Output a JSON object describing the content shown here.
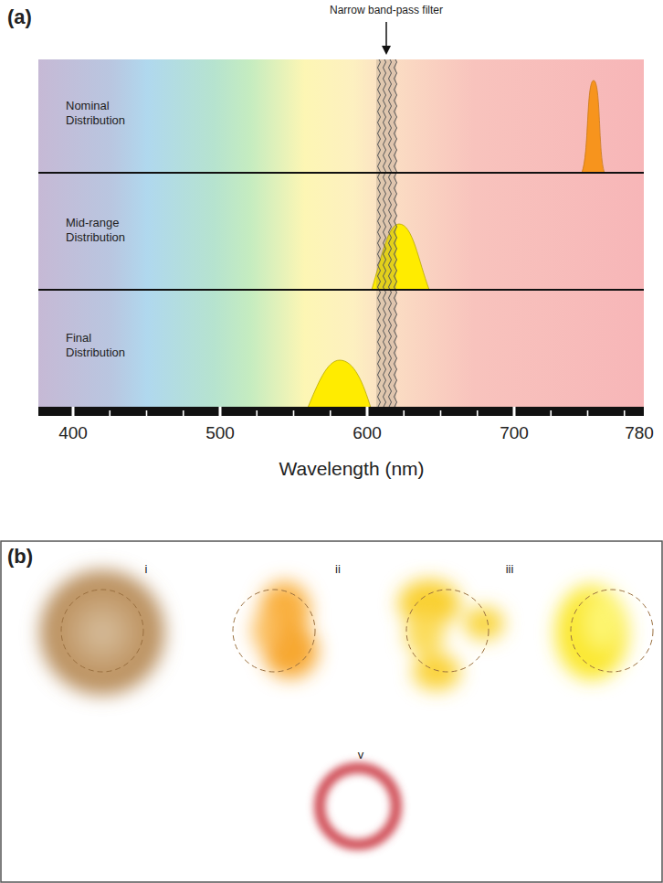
{
  "diagram": {
    "labels": [
      "(a)",
      "Narrow band-pass filter",
      "Nominal Distribution",
      "Mid-range Distribution",
      "Final Distribution",
      "400",
      "500",
      "600",
      "700",
      "780",
      "Wavelength (nm)",
      "(b)",
      "i",
      "ii",
      "iii",
      "v"
    ]
  }
}
